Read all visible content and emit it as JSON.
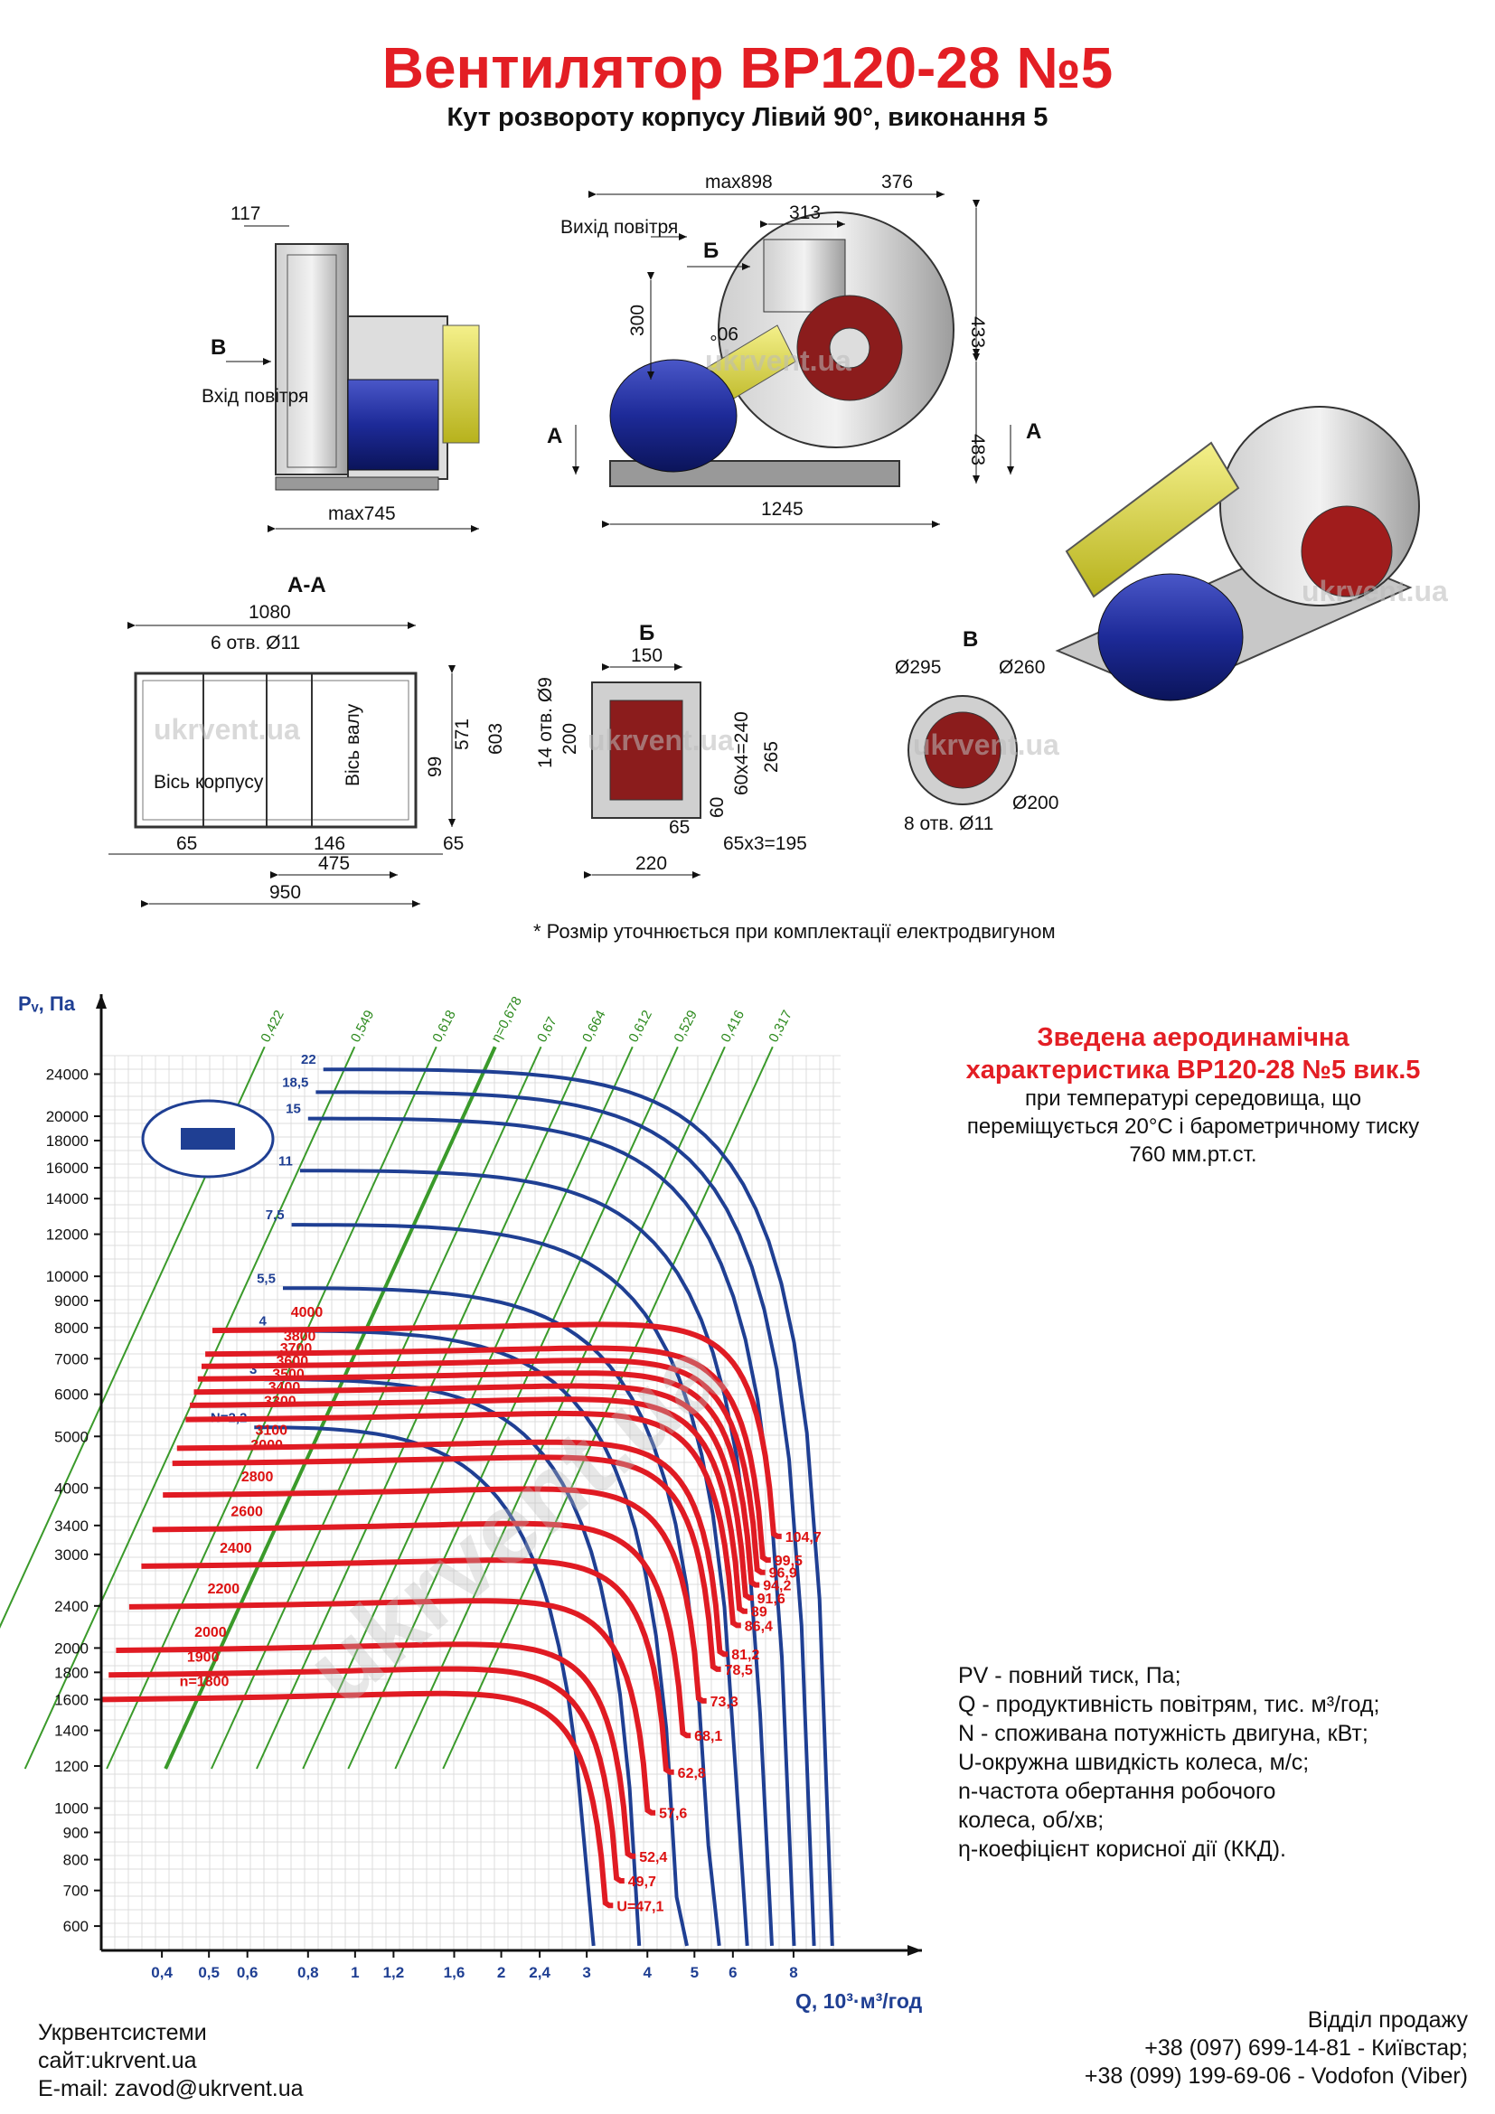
{
  "title": "Вентилятор ВР120-28 №5",
  "subtitle": "Кут розвороту корпусу Лівий 90°, виконання 5",
  "watermark": "ukrvent.ua",
  "drawings": {
    "side": {
      "d117": "117",
      "view_b": "В",
      "inlet": "Вхід повітря",
      "max745": "max745"
    },
    "front": {
      "max898": "max898",
      "d376": "376",
      "d313": "313",
      "outlet": "Вихід повітря",
      "view_b": "Б",
      "d300": "300",
      "angle": "90°",
      "d433": "433",
      "d483": "483",
      "d1245": "1245",
      "section_a": "А"
    },
    "section_aa": {
      "title": "А-А",
      "d1080": "1080",
      "holes": "6 отв. Ø11",
      "d603": "603",
      "d571": "571",
      "d99": "99",
      "axis_body": "Вісь корпусу",
      "axis_shaft": "Вісь валу",
      "d65a": "65",
      "d146": "146",
      "d475": "475",
      "d65b": "65",
      "d950": "950"
    },
    "flange_b": {
      "title": "Б",
      "d150": "150",
      "holes": "14 отв. Ø9",
      "d200": "200",
      "d240": "60х4=240",
      "d265": "265",
      "d60": "60",
      "d65": "65",
      "d195": "65х3=195",
      "d220": "220"
    },
    "flange_v": {
      "title": "В",
      "d295": "Ø295",
      "d260": "Ø260",
      "d200": "Ø200",
      "holes": "8 отв. Ø11"
    }
  },
  "note": "* Розмір уточнюється при комплектації електродвигуном",
  "performance": {
    "title_line1": "Зведена аеродинамічна",
    "title_line2": "характеристика ВР120-28 №5 вик.5",
    "conditions_line1": "при температурі середовища, що",
    "conditions_line2": "переміщується 20°С і барометричному тиску",
    "conditions_line3": "760 мм.рт.ст."
  },
  "legend": [
    "PV - повний тиск, Па;",
    "Q - продуктивність повітрям, тис. м³/год;",
    "N - споживана потужність двигуна, кВт;",
    "U-окружна швидкість колеса, м/с;",
    "n-частота обертання робочого",
    "колеса, об/хв;",
    "η-коефіцієнт корисної дії (ККД)."
  ],
  "chart_data": {
    "type": "line",
    "xlabel": "Q, 10³·м³/год",
    "ylabel": "Pᵥ, Па",
    "x_scale": "log",
    "y_scale": "log",
    "xlim": [
      0.3,
      10
    ],
    "ylim": [
      540,
      26000
    ],
    "x_ticks": [
      "0,4",
      "0,5",
      "0,6",
      "0,8",
      "1",
      "1,2",
      "1,6",
      "2",
      "2,4",
      "3",
      "4",
      "5",
      "6",
      "8"
    ],
    "y_ticks": [
      "600",
      "700",
      "800",
      "900",
      "1000",
      "1200",
      "1400",
      "1600",
      "1800",
      "2000",
      "2400",
      "3000",
      "3400",
      "4000",
      "5000",
      "6000",
      "7000",
      "8000",
      "9000",
      "10000",
      "12000",
      "14000",
      "16000",
      "18000",
      "20000",
      "24000"
    ],
    "speed_curves": [
      {
        "n": "n=1800",
        "u": "U=47,1",
        "p0": 1600
      },
      {
        "n": "1900",
        "u": "49,7",
        "p0": 1780
      },
      {
        "n": "2000",
        "u": "52,4",
        "p0": 1980
      },
      {
        "n": "2200",
        "u": "57,6",
        "p0": 2390
      },
      {
        "n": "2400",
        "u": "62,8",
        "p0": 2850
      },
      {
        "n": "2600",
        "u": "68,1",
        "p0": 3340
      },
      {
        "n": "2800",
        "u": "73,3",
        "p0": 3880
      },
      {
        "n": "3000",
        "u": "78,5",
        "p0": 4450
      },
      {
        "n": "3100",
        "u": "81,2",
        "p0": 4750
      },
      {
        "n": "3300",
        "u": "86,4",
        "p0": 5380
      },
      {
        "n": "3400",
        "u": "89",
        "p0": 5720
      },
      {
        "n": "3500",
        "u": "91,6",
        "p0": 6060
      },
      {
        "n": "3600",
        "u": "94,2",
        "p0": 6410
      },
      {
        "n": "3700",
        "u": "96,9",
        "p0": 6770
      },
      {
        "n": "3800",
        "u": "99,5",
        "p0": 7140
      },
      {
        "n": "4000",
        "u": "104,7",
        "p0": 7910
      }
    ],
    "power_curves": [
      {
        "n": "N=2,2",
        "p": 5200
      },
      {
        "n": "3",
        "p": 6400
      },
      {
        "n": "4",
        "p": 7900
      },
      {
        "n": "5,5",
        "p": 9500
      },
      {
        "n": "7,5",
        "p": 12500
      },
      {
        "n": "11",
        "p": 15800
      },
      {
        "n": "15",
        "p": 19800
      },
      {
        "n": "18,5",
        "p": 22200
      },
      {
        "n": "22",
        "p": 24500
      }
    ],
    "efficiency_lines": [
      "0,422",
      "0,549",
      "0,618",
      "η=0,678",
      "0,67",
      "0,664",
      "0,612",
      "0,529",
      "0,416",
      "0,317"
    ]
  },
  "company": {
    "name": "Укрвентсистеми",
    "site": "сайт:ukrvent.ua",
    "email": "E-mail: zavod@ukrvent.ua"
  },
  "sales": {
    "title": "Відділ продажу",
    "phone1": "+38 (097) 699-14-81 - Київстар;",
    "phone2": "+38 (099) 199-69-06 - Vodofon (Viber)"
  }
}
